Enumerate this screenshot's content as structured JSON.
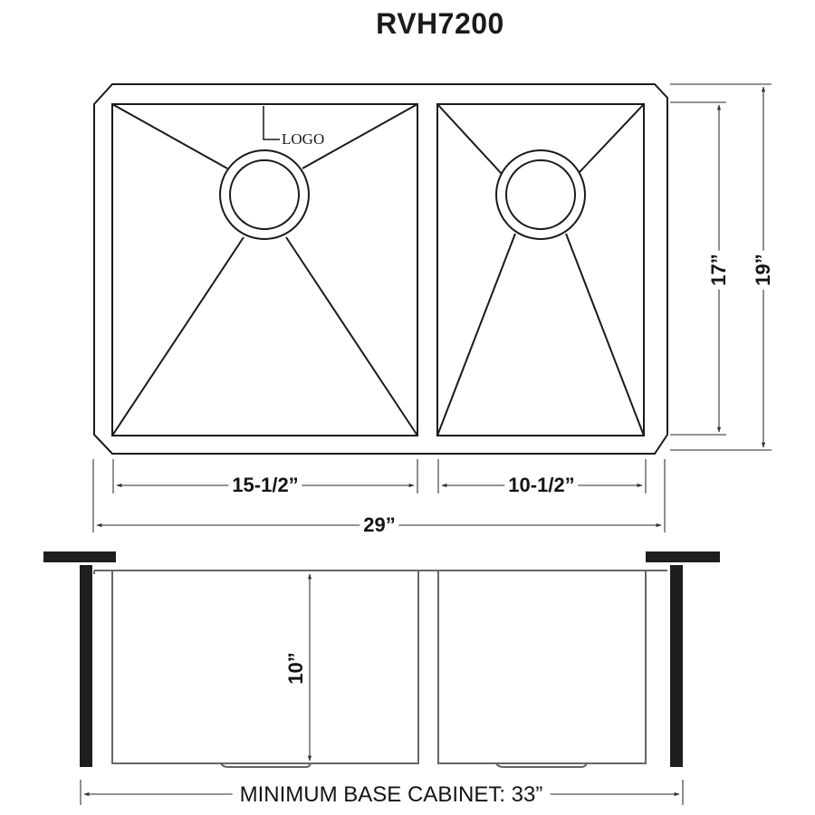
{
  "title": "RVH7200",
  "top_view": {
    "logo_label": "LOGO",
    "bowls": [
      {
        "name": "large-bowl",
        "width_label": "15-1/2”"
      },
      {
        "name": "small-bowl",
        "width_label": "10-1/2”"
      }
    ],
    "overall_width_label": "29”",
    "bowl_depth_label": "17”",
    "overall_depth_label": "19”"
  },
  "side_view": {
    "bowl_height_label": "10”",
    "cabinet_label": "MINIMUM BASE CABINET: 33”"
  },
  "colors": {
    "line": "#1a1a1a",
    "dimension_line": "#555555",
    "countertop": "#1e1e1e",
    "background": "#ffffff"
  }
}
